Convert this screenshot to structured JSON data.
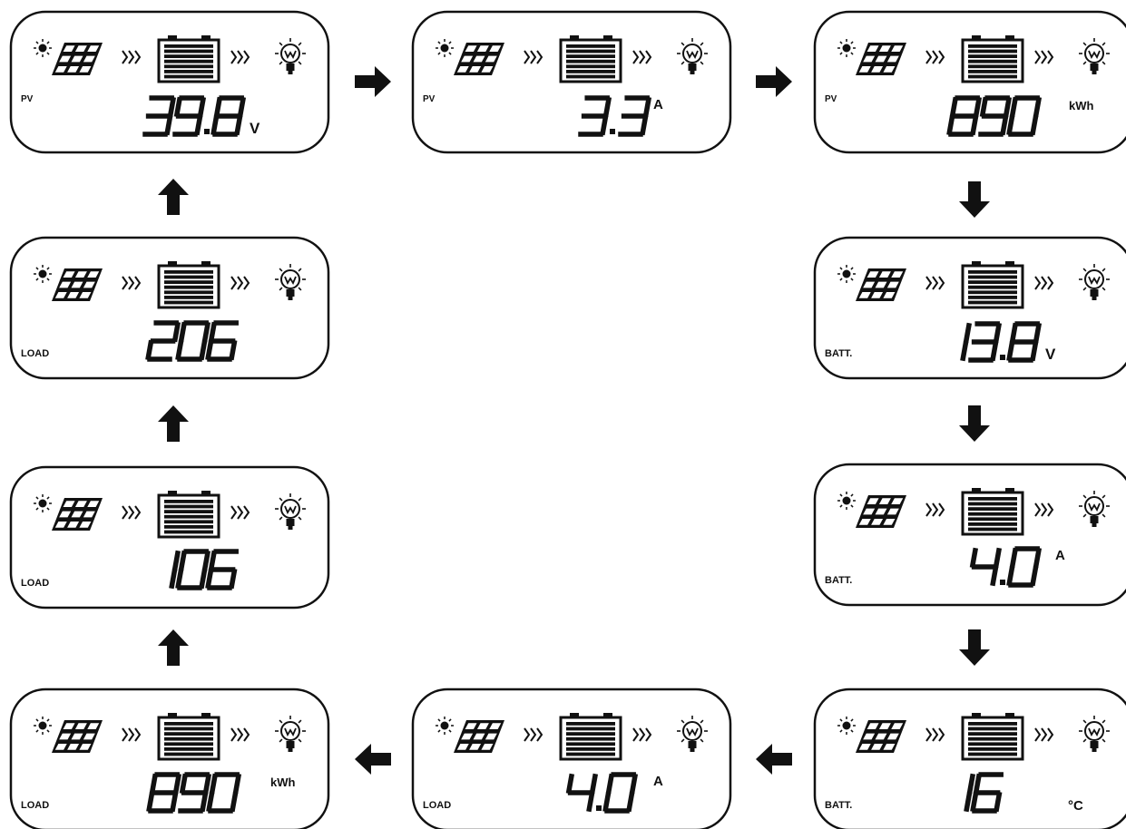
{
  "panels": [
    {
      "id": "pv-voltage",
      "label": "PV",
      "value": "39.8",
      "unit": "V"
    },
    {
      "id": "pv-current",
      "label": "PV",
      "value": "3.3",
      "unit": "A"
    },
    {
      "id": "pv-energy",
      "label": "PV",
      "value": "890",
      "unit": "kWh"
    },
    {
      "id": "batt-voltage",
      "label": "BATT.",
      "value": "13.8",
      "unit": "V"
    },
    {
      "id": "batt-current",
      "label": "BATT.",
      "value": "4.0",
      "unit": "A"
    },
    {
      "id": "batt-temp",
      "label": "BATT.",
      "value": "16",
      "unit": "°C"
    },
    {
      "id": "load-current",
      "label": "LOAD",
      "value": "4.0",
      "unit": "A"
    },
    {
      "id": "load-energy",
      "label": "LOAD",
      "value": "890",
      "unit": "kWh"
    },
    {
      "id": "load-106",
      "label": "LOAD",
      "value": "106",
      "unit": ""
    },
    {
      "id": "load-206",
      "label": "LOAD",
      "value": "206",
      "unit": ""
    }
  ],
  "sequence": [
    "pv-voltage",
    "pv-current",
    "pv-energy",
    "batt-voltage",
    "batt-current",
    "batt-temp",
    "load-current",
    "load-energy",
    "load-106",
    "load-206",
    "pv-voltage"
  ],
  "icons": [
    "sun-icon",
    "solar-panel-icon",
    "flow-chevrons-icon",
    "battery-icon",
    "flow-chevrons-icon",
    "bulb-icon"
  ],
  "colors": {
    "ink": "#111111",
    "background": "#ffffff"
  }
}
